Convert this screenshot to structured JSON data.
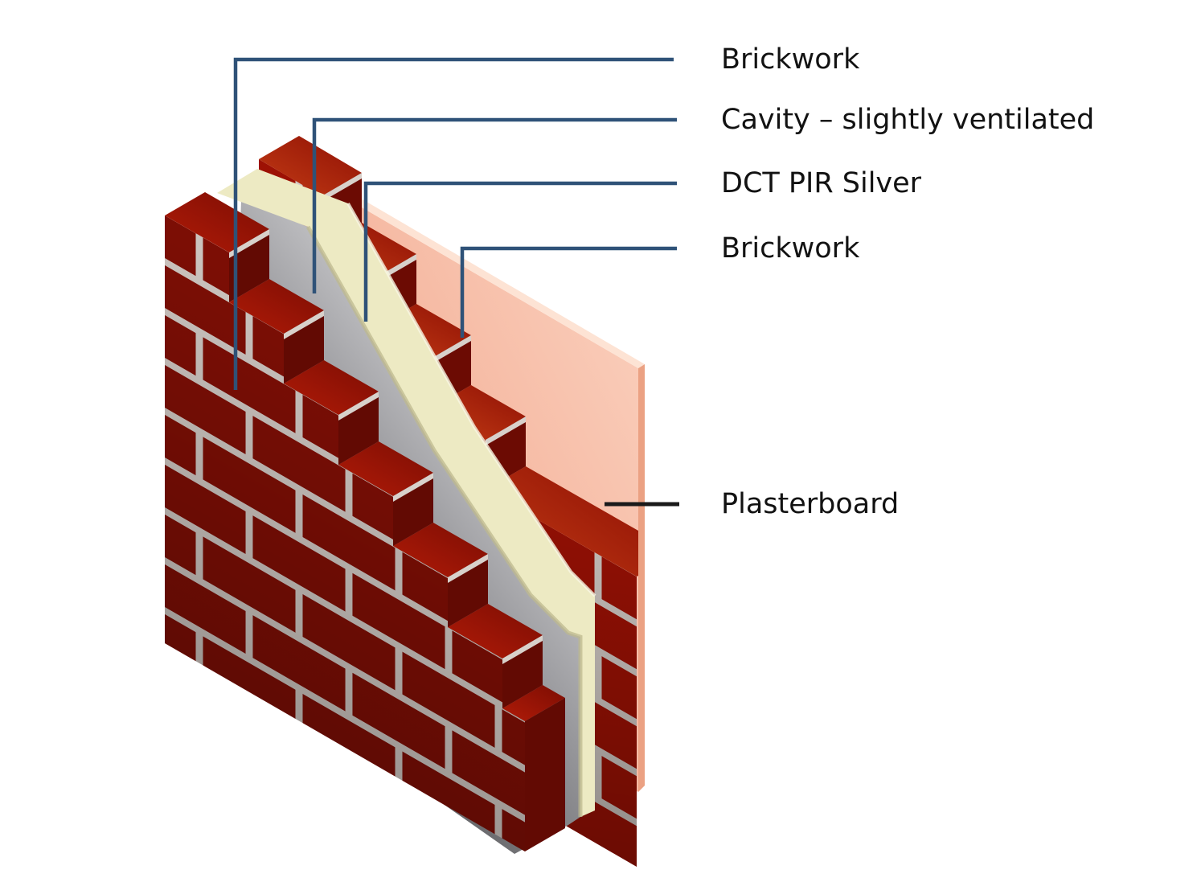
{
  "diagram": {
    "type": "cavity-wall-construction-cutaway",
    "labels": [
      {
        "id": "brickwork-outer",
        "text": "Brickwork"
      },
      {
        "id": "cavity",
        "text": "Cavity – slightly ventilated"
      },
      {
        "id": "insulation",
        "text": "DCT PIR Silver"
      },
      {
        "id": "brickwork-inner",
        "text": "Brickwork"
      },
      {
        "id": "plasterboard",
        "text": "Plasterboard"
      }
    ],
    "colors": {
      "leader_line": "#2F5278",
      "plasterboard_leader_line": "#1A1A1A",
      "text": "#121212",
      "brick_front_outer": "#7C0E05",
      "brick_front_inner": "#9D1104",
      "brick_top": "#B01B08",
      "brick_end": "#620A03",
      "mortar": "#CBC3BE",
      "cavity_foil_gray": "#9B9B9D",
      "insulation_cream": "#EDEAC3",
      "plasterboard_pink": "#F6B89F",
      "background": "#FFFFFF"
    }
  }
}
